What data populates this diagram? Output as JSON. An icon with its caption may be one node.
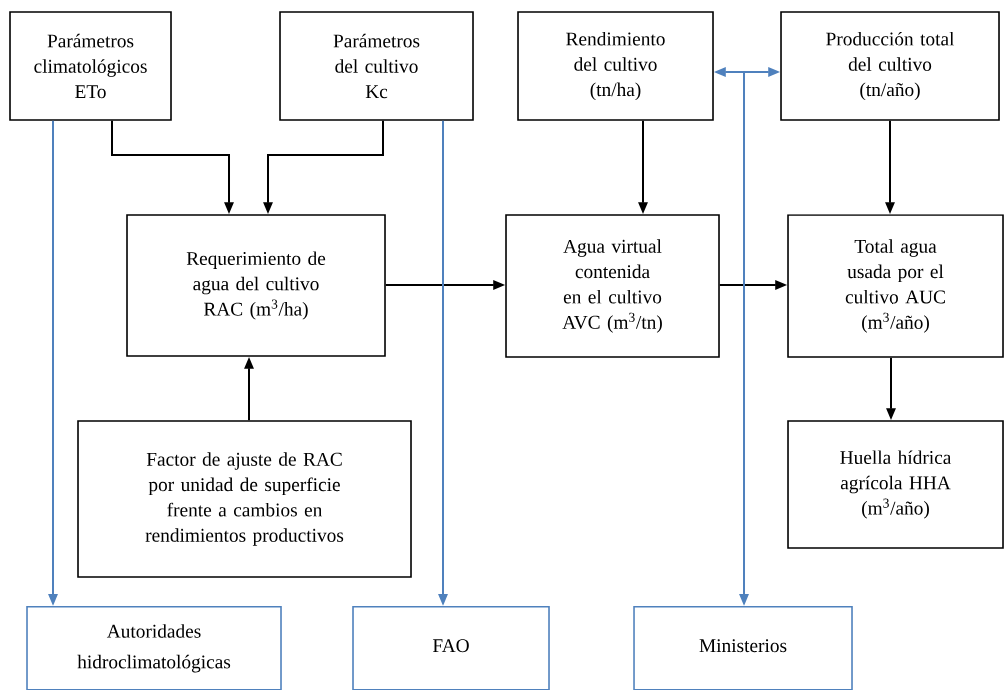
{
  "diagram": {
    "nodes": [
      {
        "text": [
          "Parámetros climatológicos ETo"
        ]
      },
      {
        "text": [
          "Parámetros del cultivo Kc"
        ]
      },
      {
        "text": [
          "Rendimiento del cultivo (tn/ha)"
        ]
      },
      {
        "text": [
          "Producción total del cultivo (tn/año)"
        ]
      },
      {
        "text": [
          "Requerimiento de agua del cultivo RAC (m$^{3}$/ha)"
        ]
      },
      {
        "text": [
          "Agua virtual contenida en el cultivo AVC (m$^{3}$/tn)"
        ]
      },
      {
        "text": [
          "Total agua usada por el cultivo AUC (m$^{3}$/año)"
        ]
      },
      {
        "text": [
          "Factor de ajuste de RAC por unidad de superficie frente a cambios en rendimientos productivos"
        ]
      },
      {
        "text": [
          "Huella hídrica agrícola HHA (m$^{3}$/año)"
        ]
      },
      {
        "text": [
          "Autoridades hidroclimatológicas"
        ]
      },
      {
        "text": [
          "FAO"
        ]
      },
      {
        "text": [
          "Ministerios"
        ]
      }
    ],
    "edges": [
      {
        "from": 0,
        "to": 4,
        "arrow": "to"
      },
      {
        "from": 1,
        "to": 4,
        "arrow": "to"
      },
      {
        "from": 2,
        "to": 5,
        "arrow": "to"
      },
      {
        "from": 3,
        "to": 6,
        "arrow": "to"
      },
      {
        "from": 4,
        "to": 5,
        "arrow": "to"
      },
      {
        "from": 5,
        "to": 6,
        "arrow": "to"
      },
      {
        "from": 7,
        "to": 4,
        "arrow": "to"
      },
      {
        "from": 6,
        "to": 8,
        "arrow": "to"
      },
      {
        "from": 0,
        "to": 9,
        "arrow": "to",
        "color": "#4f81bd"
      },
      {
        "from": 1,
        "to": 10,
        "arrow": "to",
        "color": "#4f81bd"
      },
      {
        "from": 2,
        "to": 3,
        "arrow": "both",
        "color": "#4f81bd"
      },
      {
        "from": null,
        "to": 11,
        "arrow": "to",
        "color": "#4f81bd"
      }
    ]
  }
}
